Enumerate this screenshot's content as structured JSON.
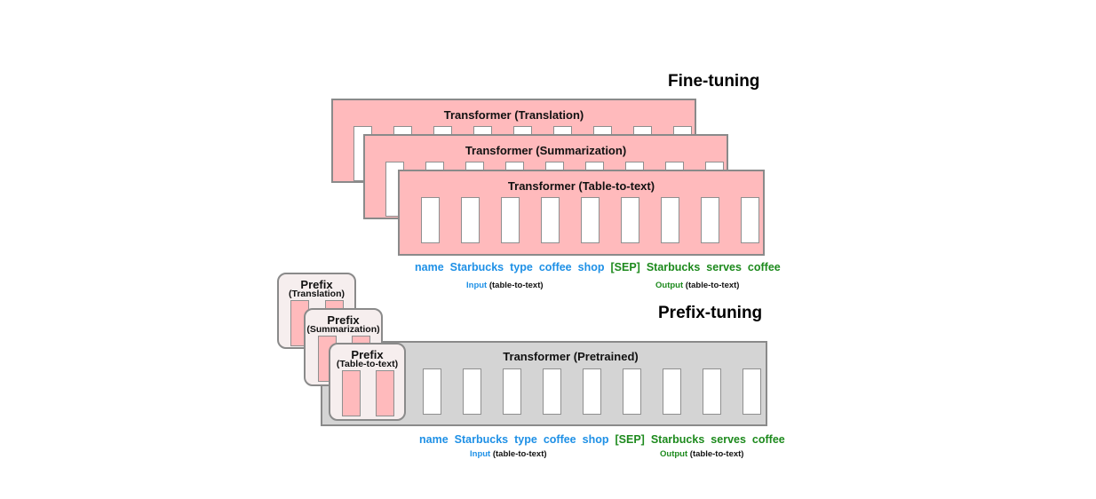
{
  "fine_tuning": {
    "heading": "Fine-tuning",
    "transformers": [
      {
        "label": "Transformer (Translation)"
      },
      {
        "label": "Transformer (Summarization)"
      },
      {
        "label": "Transformer (Table-to-text)"
      }
    ],
    "input_tokens": [
      "name",
      "Starbucks",
      "type",
      "coffee",
      "shop"
    ],
    "output_tokens": [
      "[SEP]",
      "Starbucks",
      "serves",
      "coffee"
    ],
    "input_caption": {
      "word": "Input",
      "rest": "(table-to-text)"
    },
    "output_caption": {
      "word": "Output",
      "rest": "(table-to-text)"
    }
  },
  "prefix_tuning": {
    "heading": "Prefix-tuning",
    "transformer_label": "Transformer  (Pretrained)",
    "prefixes": [
      {
        "title": "Prefix",
        "task": "(Translation)"
      },
      {
        "title": "Prefix",
        "task": "(Summarization)"
      },
      {
        "title": "Prefix",
        "task": "(Table-to-text)"
      }
    ],
    "input_tokens": [
      "name",
      "Starbucks",
      "type",
      "coffee",
      "shop"
    ],
    "output_tokens": [
      "[SEP]",
      "Starbucks",
      "serves",
      "coffee"
    ],
    "input_caption": {
      "word": "Input",
      "rest": "(table-to-text)"
    },
    "output_caption": {
      "word": "Output",
      "rest": "(table-to-text)"
    }
  },
  "colors": {
    "input_token": "#1e90e6",
    "output_token": "#1d8a1d",
    "finetuned_transformer": "#ffbabc",
    "pretrained_transformer": "#d4d4d4",
    "prefix_box": "#f6eeee"
  }
}
